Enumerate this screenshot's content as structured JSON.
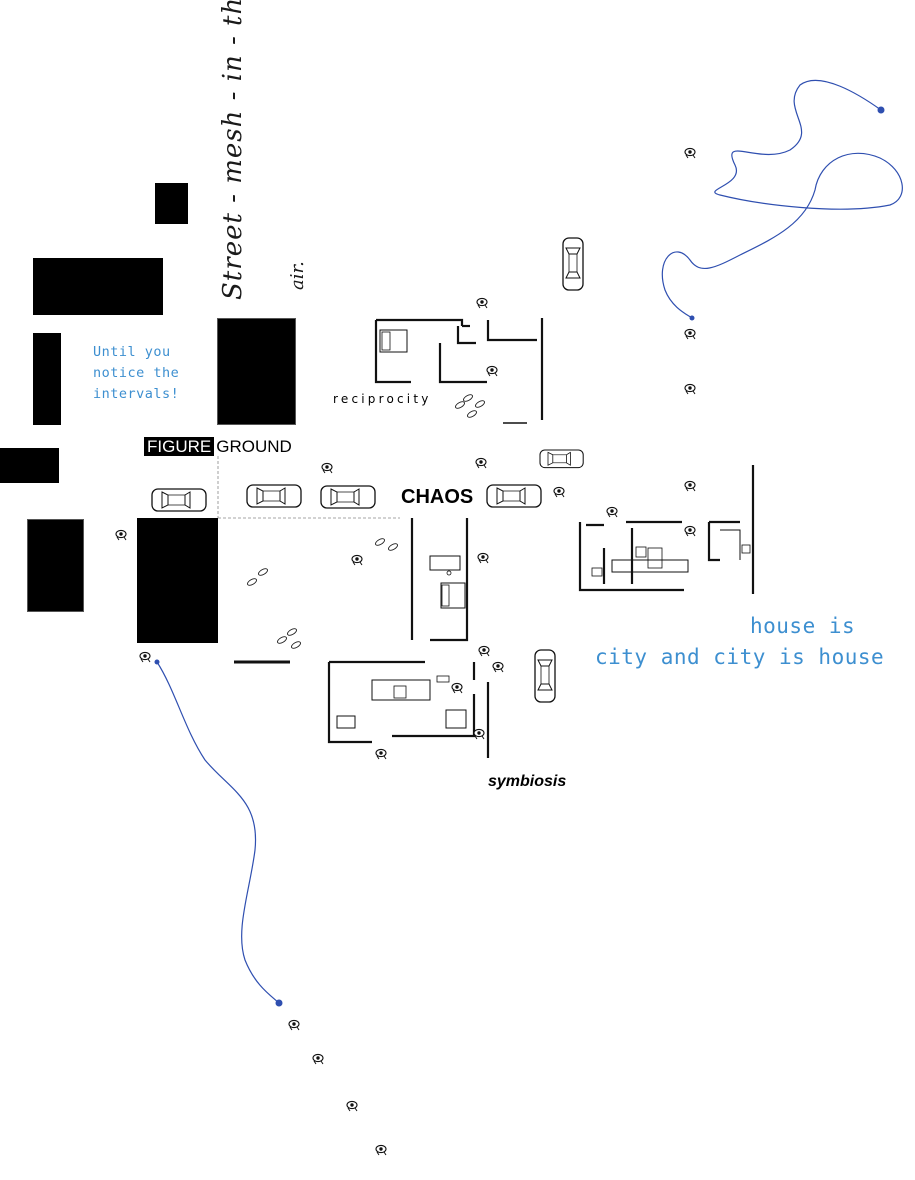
{
  "labels": {
    "figure_word": "FIGURE",
    "ground_word": "GROUND",
    "chaos": "CHAOS",
    "reciprocity": "reciprocity",
    "symbiosis": "symbiosis"
  },
  "handwritten": {
    "street_line1": "Street - mesh - in - the",
    "street_line2": "air.",
    "until_line1": "Until you",
    "until_line2": "notice the",
    "until_line3": "intervals!",
    "house_line1": "house is",
    "house_line2": "city and city is house"
  },
  "colors": {
    "annotation_blue": "#3d8fd0",
    "path_blue": "#2f4fb0",
    "building_fill": "#000000"
  },
  "icons": {
    "people": "person-walking-icon",
    "cars": "car-topview-icon",
    "furniture": "furniture-plan-icon"
  }
}
